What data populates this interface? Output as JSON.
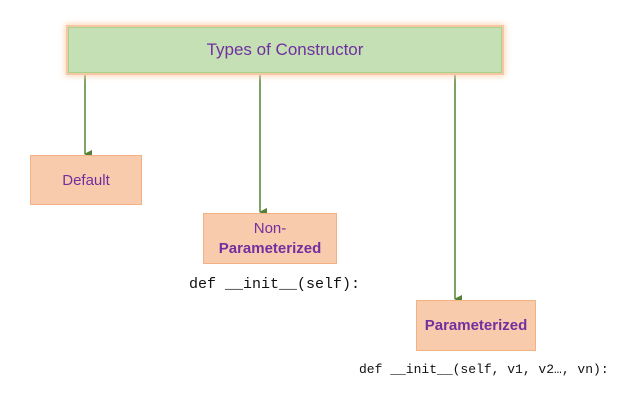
{
  "diagram": {
    "root": {
      "label": "Types of Constructor"
    },
    "children": [
      {
        "key": "default",
        "label": "Default"
      },
      {
        "key": "nonparam",
        "label_line1": "Non-",
        "label_line2": "Parameterized",
        "code": "def __init__(self):"
      },
      {
        "key": "param",
        "label": "Parameterized",
        "code": "def __init__(self, v1, v2…, vn):"
      }
    ]
  },
  "colors": {
    "root_fill": "#c5e0b4",
    "leaf_fill": "#f8cbad",
    "text": "#7030a0",
    "connector": "#548235"
  },
  "icons": {
    "connector_head": "arrow-down-icon"
  }
}
